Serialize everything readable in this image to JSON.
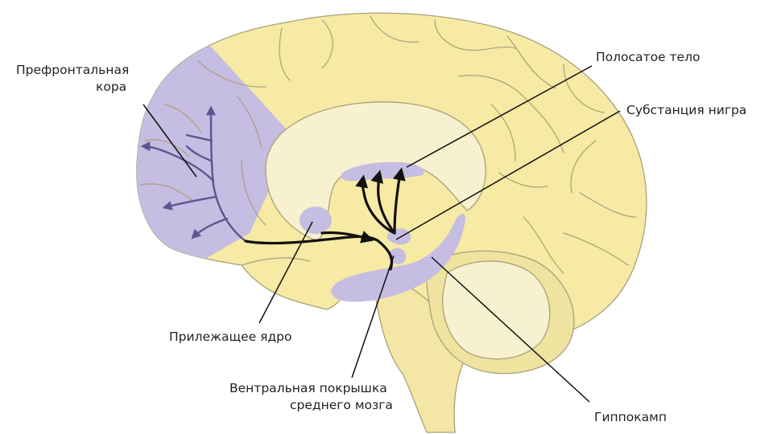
{
  "labels": {
    "prefrontal_line1": "Префронтальная",
    "prefrontal_line2": "кора",
    "striatum": "Полосатое тело",
    "substantia_nigra": "Субстанция нигра",
    "nucleus_accumbens": "Прилежащее ядро",
    "vta_line1": "Вентральная покрышка",
    "vta_line2": "среднего мозга",
    "hippocampus": "Гиппокамп"
  },
  "colors": {
    "brain_fill": "#f6eaa4",
    "inner_fill": "#f8f1cf",
    "purple_region": "#c5bde2",
    "brainstem": "#f4e7a6",
    "cerebellum": "#efe3a0",
    "leader_line": "#111111"
  }
}
